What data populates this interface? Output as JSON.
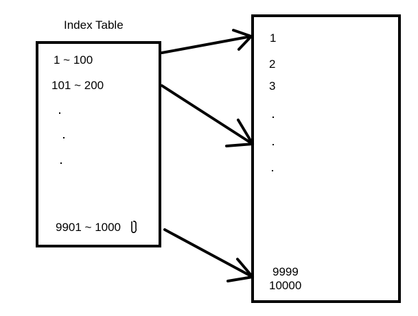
{
  "index_table": {
    "title": "Index Table",
    "entries": [
      "1 ~ 100",
      "101 ~ 200",
      "9901 ~ 1000"
    ]
  },
  "data_table": {
    "entries": [
      "1",
      "2",
      "3",
      "9999",
      "10000"
    ]
  },
  "colors": {
    "stroke": "#000000",
    "background": "#ffffff"
  }
}
